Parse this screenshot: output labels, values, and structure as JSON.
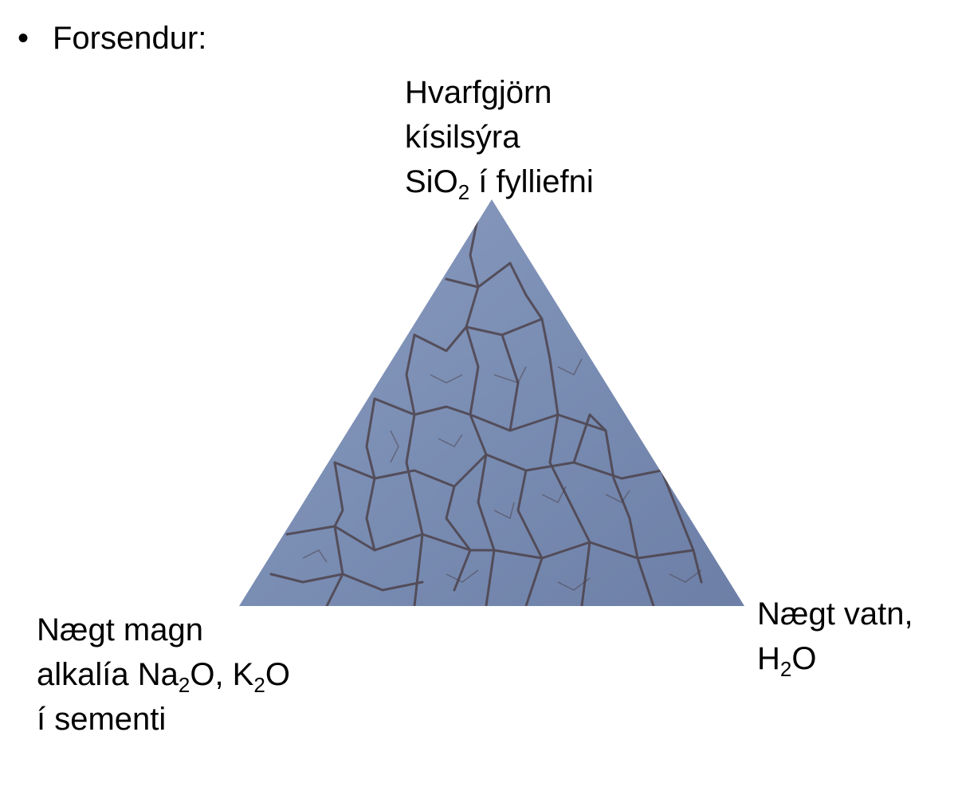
{
  "slide": {
    "bullet": "Forsendur:",
    "top": {
      "line1": "Hvarfgjörn",
      "line2": "kísilsýra",
      "line3_pre": "SiO",
      "line3_sub": "2",
      "line3_post": " í fylliefni"
    },
    "left": {
      "line1": "Nægt magn",
      "line2_pre": "alkalía Na",
      "line2_sub1": "2",
      "line2_mid": "O, K",
      "line2_sub2": "2",
      "line2_post": "O",
      "line3": "í sementi"
    },
    "right": {
      "line1": "Nægt vatn,",
      "line2_pre": "H",
      "line2_sub": "2",
      "line2_post": "O"
    }
  },
  "colors": {
    "triangle_fill": "#7a8db3",
    "crack": "#4a3e45",
    "text": "#000000"
  }
}
